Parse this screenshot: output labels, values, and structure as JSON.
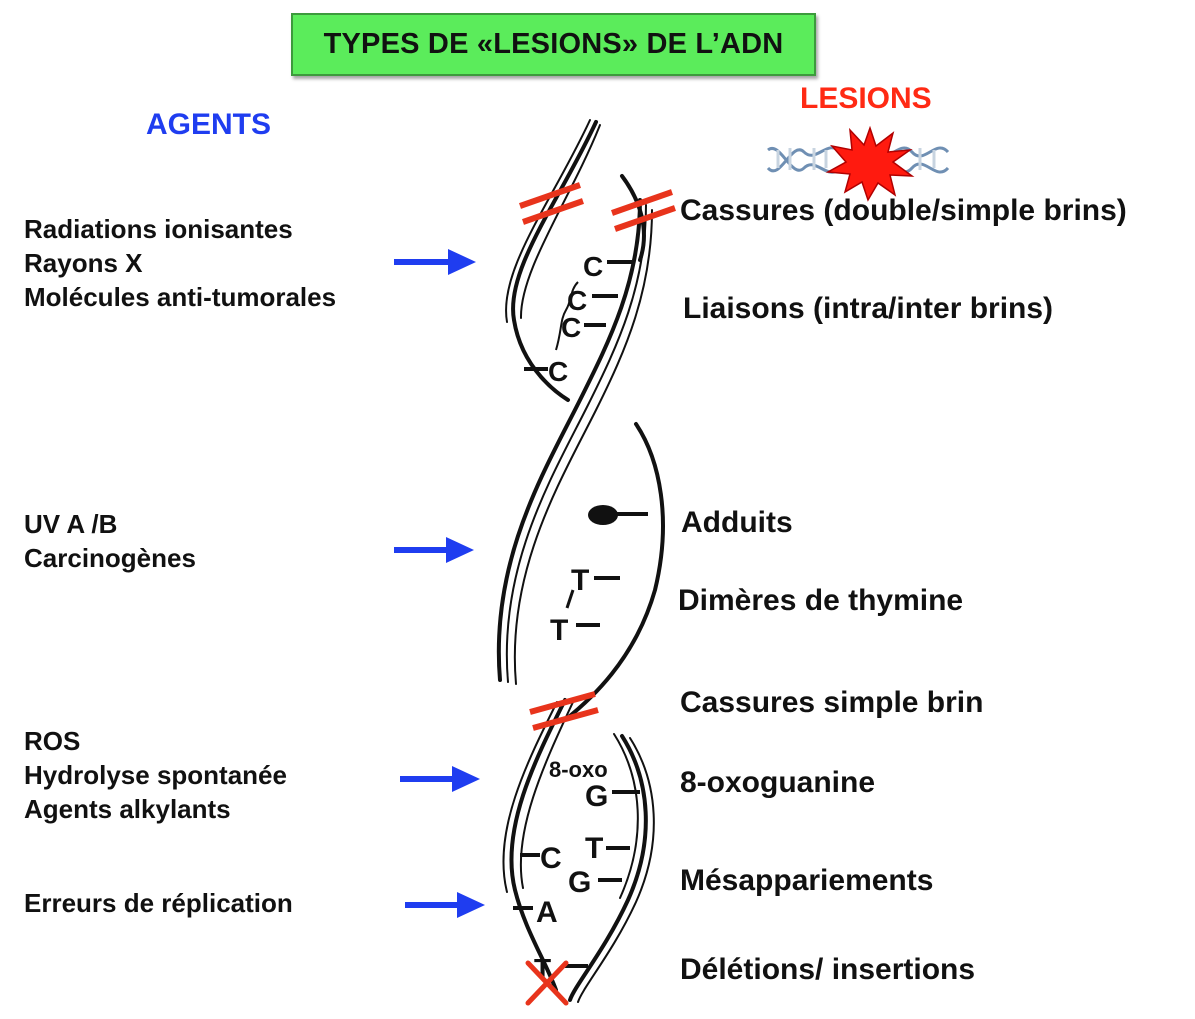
{
  "title": "TYPES DE «LESIONS» DE L’ADN",
  "agents_header": "AGENTS",
  "lesions_header": "LESIONS",
  "agents": {
    "group1": [
      "Radiations ionisantes",
      "Rayons X",
      "Molécules anti-tumorales"
    ],
    "group2": [
      "UV A /B",
      "Carcinogènes"
    ],
    "group3": [
      "ROS",
      "Hydrolyse spontanée",
      "Agents alkylants"
    ],
    "group4": [
      "Erreurs de réplication"
    ]
  },
  "lesions": [
    "Cassures (double/simple brins)",
    "Liaisons (intra/inter brins)",
    "Adduits",
    "Dimères de thymine",
    "Cassures simple brin",
    "8-oxoguanine",
    "Mésappariements",
    "Délétions/ insertions"
  ],
  "bases": {
    "crosslink": [
      "C",
      "C",
      "C",
      "C"
    ],
    "dimer": [
      "T",
      "T"
    ],
    "oxo_prefix": "8-oxo",
    "oxo_base": "G",
    "mismatch1": [
      "C",
      "T"
    ],
    "mismatch2": [
      "A",
      "G"
    ],
    "deleted": "T"
  },
  "colors": {
    "arrow": "#1f3df0",
    "break": "#e8341c",
    "title_bg": "#5bec5b",
    "lesion_header": "#ff2a14",
    "agents_header": "#1f3df0"
  }
}
